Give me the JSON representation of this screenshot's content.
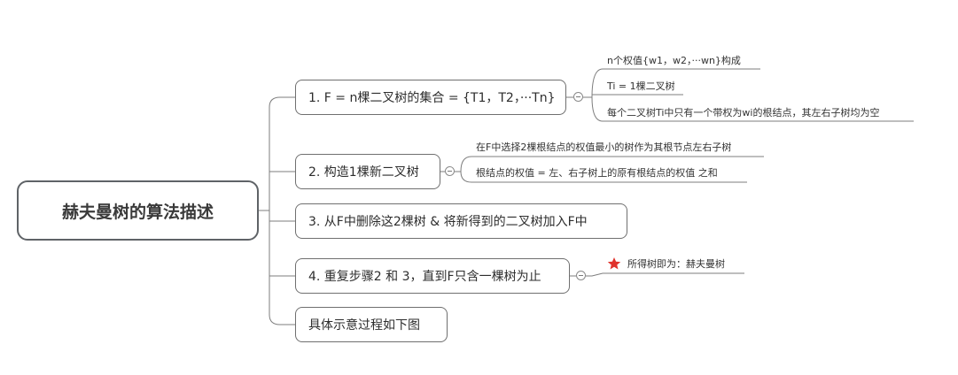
{
  "root": {
    "title": "赫夫曼树的算法描述"
  },
  "branches": [
    {
      "label": "1. F = n棵二叉树的集合 = {T1，T2，···Tn}"
    },
    {
      "label": "2. 构造1棵新二叉树"
    },
    {
      "label": "3. 从F中删除这2棵树  & 将新得到的二叉树加入F中"
    },
    {
      "label": "4. 重复步骤2 和 3，直到F只含一棵树为止"
    },
    {
      "label": "具体示意过程如下图"
    }
  ],
  "subtopics": {
    "branch1": [
      {
        "label": "n个权值{w1，w2，···wn}构成"
      },
      {
        "label": "Ti = 1棵二叉树"
      },
      {
        "label": "每个二叉树Ti中只有一个带权为wi的根结点，其左右子树均为空"
      }
    ],
    "branch2": [
      {
        "label": "在F中选择2棵根结点的权值最小的树作为其根节点左右子树"
      },
      {
        "label": "根结点的权值 = 左、右子树上的原有根结点的权值 之和"
      }
    ],
    "branch4": [
      {
        "label": "所得树即为：赫夫曼树",
        "icon": "star-icon",
        "icon_color": "#e0322c"
      }
    ]
  },
  "colors": {
    "line": "#7d7d7d",
    "border": "#6f6f6f",
    "text": "#2b2b2b"
  }
}
